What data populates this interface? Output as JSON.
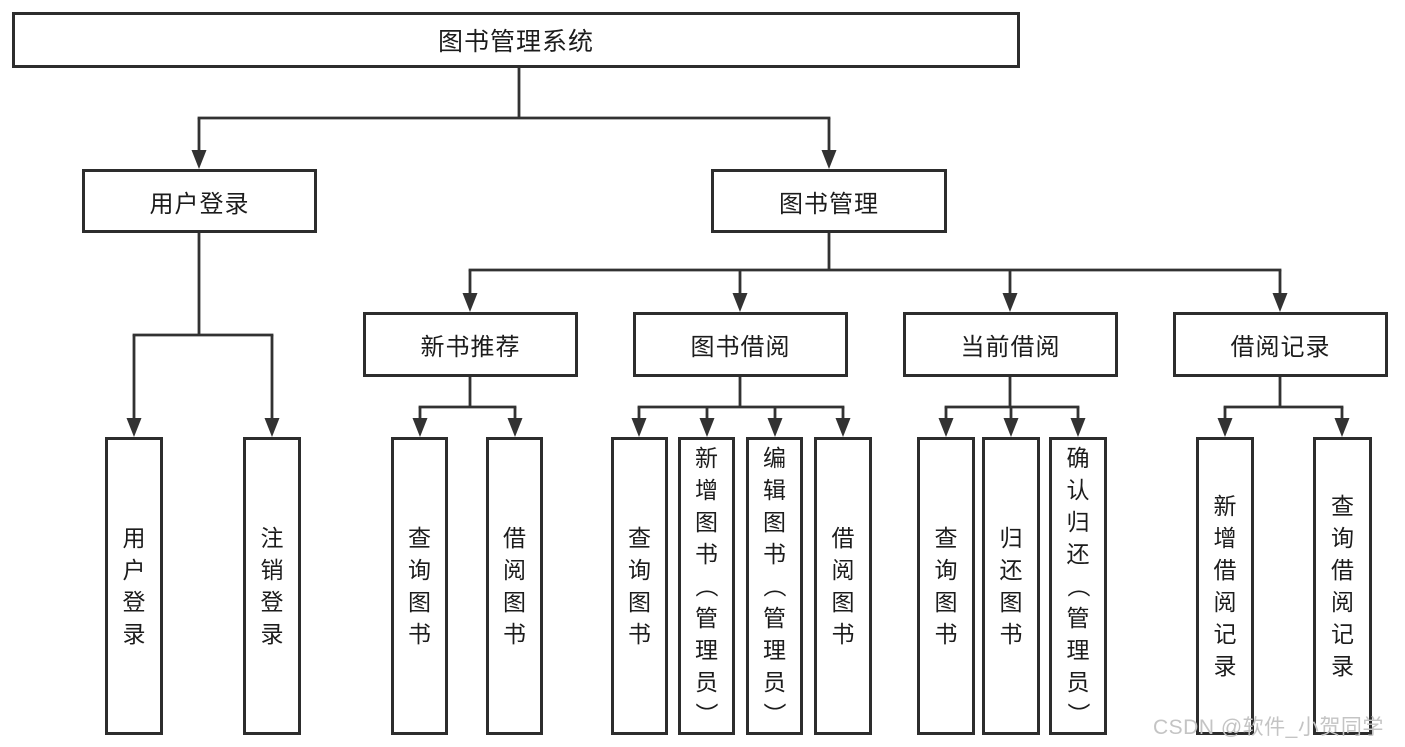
{
  "diagram": {
    "root": {
      "label": "图书管理系统"
    },
    "branches": [
      {
        "label": "用户登录",
        "children": [
          {
            "label": "用户登录"
          },
          {
            "label": "注销登录"
          }
        ]
      },
      {
        "label": "图书管理",
        "children": [
          {
            "label": "新书推荐",
            "children": [
              {
                "label": "查询图书"
              },
              {
                "label": "借阅图书"
              }
            ]
          },
          {
            "label": "图书借阅",
            "children": [
              {
                "label": "查询图书"
              },
              {
                "label": "新增图书（管理员）"
              },
              {
                "label": "编辑图书（管理员）"
              },
              {
                "label": "借阅图书"
              }
            ]
          },
          {
            "label": "当前借阅",
            "children": [
              {
                "label": "查询图书"
              },
              {
                "label": "归还图书"
              },
              {
                "label": "确认归还（管理员）"
              }
            ]
          },
          {
            "label": "借阅记录",
            "children": [
              {
                "label": "新增借阅记录"
              },
              {
                "label": "查询借阅记录"
              }
            ]
          }
        ]
      }
    ]
  },
  "watermark": {
    "text": "CSDN @软件_小贺同学"
  },
  "colors": {
    "background": "#ffffff",
    "line": "#323232",
    "box_border": "#2d2d2d",
    "text": "#1c1c1c",
    "watermark": "#c4c4c4"
  }
}
